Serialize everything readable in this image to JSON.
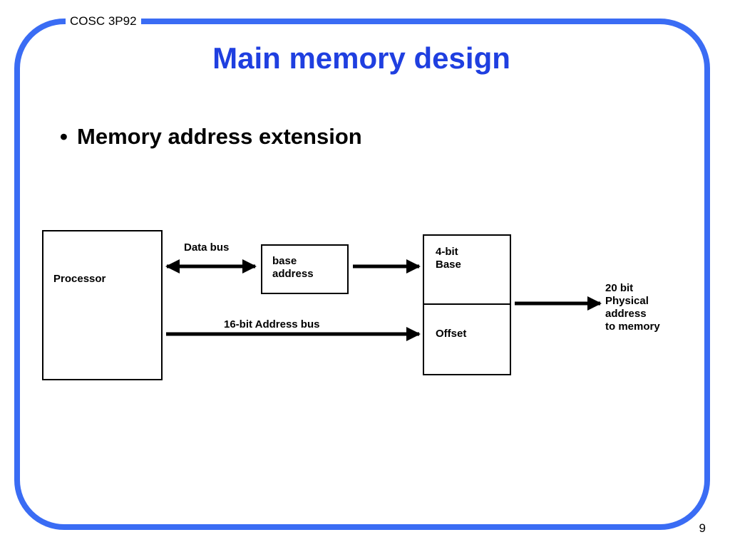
{
  "header": {
    "course": "COSC 3P92",
    "title": "Main memory design"
  },
  "bullets": [
    "Memory address extension"
  ],
  "diagram": {
    "processor_label": "Processor",
    "base_address_label": "base\naddress",
    "base_segment_label": "4-bit\nBase",
    "offset_segment_label": "Offset",
    "data_bus_label": "Data bus",
    "address_bus_label": "16-bit Address bus",
    "output_label": "20 bit\nPhysical\naddress\nto memory"
  },
  "footer": {
    "page_number": "9"
  },
  "colors": {
    "frame": "#3a6cf4",
    "title": "#1f3fe0"
  }
}
